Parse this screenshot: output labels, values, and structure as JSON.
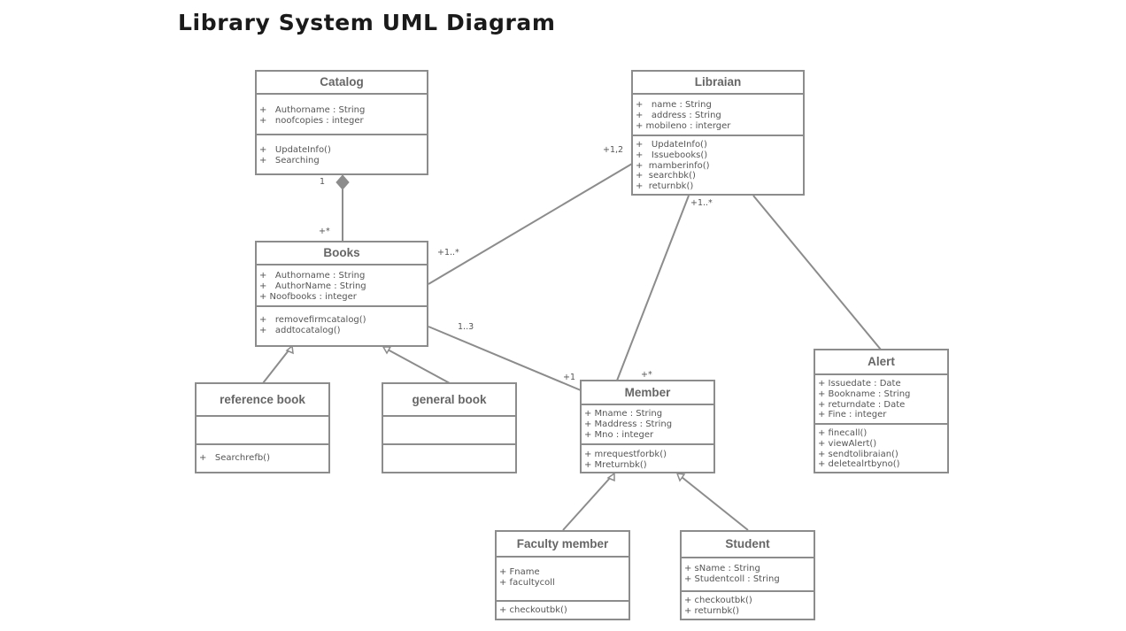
{
  "title": "Library System UML Diagram",
  "classes": {
    "catalog": {
      "name": "Catalog",
      "attributes": [
        "+   Authorname : String",
        "+   noofcopies : integer"
      ],
      "methods": [
        "+   UpdateInfo()",
        "+   Searching"
      ]
    },
    "libraian": {
      "name": "Libraian",
      "attributes": [
        "+   name : String",
        "+   address : String",
        "+ mobileno : interger"
      ],
      "methods": [
        "+   UpdateInfo()",
        "+   Issuebooks()",
        "+  mamberinfo()",
        "+  searchbk()",
        "+  returnbk()"
      ]
    },
    "books": {
      "name": "Books",
      "attributes": [
        "+   Authorname : String",
        "+   AuthorName : String",
        "+ Noofbooks : integer"
      ],
      "methods": [
        "+   removefirmcatalog()",
        "+   addtocatalog()"
      ]
    },
    "reference_book": {
      "name": "reference book",
      "attributes": [],
      "methods": [
        "+   Searchrefb()"
      ]
    },
    "general_book": {
      "name": "general book",
      "attributes": [],
      "methods": []
    },
    "member": {
      "name": "Member",
      "attributes": [
        "+ Mname : String",
        "+ Maddress : String",
        "+ Mno : integer"
      ],
      "methods": [
        "+ mrequestforbk()",
        "+ Mreturnbk()"
      ]
    },
    "alert": {
      "name": "Alert",
      "attributes": [
        "+ Issuedate : Date",
        "+ Bookname : String",
        "+ returndate : Date",
        "+ Fine : integer"
      ],
      "methods": [
        "+ finecall()",
        "+ viewAlert()",
        "+ sendtolibraian()",
        "+ deletealrtbyno()"
      ]
    },
    "faculty_member": {
      "name": "Faculty member",
      "attributes": [
        "+ Fname",
        "+ facultycoll"
      ],
      "methods": [
        "+ checkoutbk()"
      ]
    },
    "student": {
      "name": "Student",
      "attributes": [
        "+ sName : String",
        "+ Studentcoll : String"
      ],
      "methods": [
        "+ checkoutbk()",
        "+ returnbk()"
      ]
    }
  },
  "multiplicities": {
    "catalog_books_catalog_end": "1",
    "catalog_books_books_end": "+*",
    "libraian_books_libraian_end": "+1,2",
    "libraian_books_books_end": "+1..*",
    "libraian_member_libraian_end": "+1..*",
    "libraian_member_member_end": "+*",
    "books_member_books_end": "1..3",
    "books_member_member_end": "+1"
  },
  "colors": {
    "line": "#8c8c8c",
    "title": "#1a1a1a",
    "text": "#555555"
  }
}
